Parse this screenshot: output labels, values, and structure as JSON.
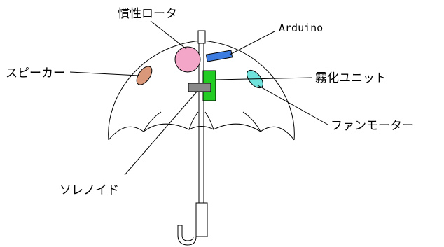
{
  "labels": {
    "inertial_rotor": "慣性ロータ",
    "arduino": "Arduino",
    "speaker": "スピーカー",
    "mist_unit": "霧化ユニット",
    "fan_motor": "ファンモーター",
    "solenoid": "ソレノイド"
  },
  "colors": {
    "rotor": "#f4a6c8",
    "arduino": "#3c7be0",
    "speaker": "#d9987a",
    "fan": "#6fe3dc",
    "mist_unit": "#22cc22",
    "solenoid": "#888888"
  }
}
